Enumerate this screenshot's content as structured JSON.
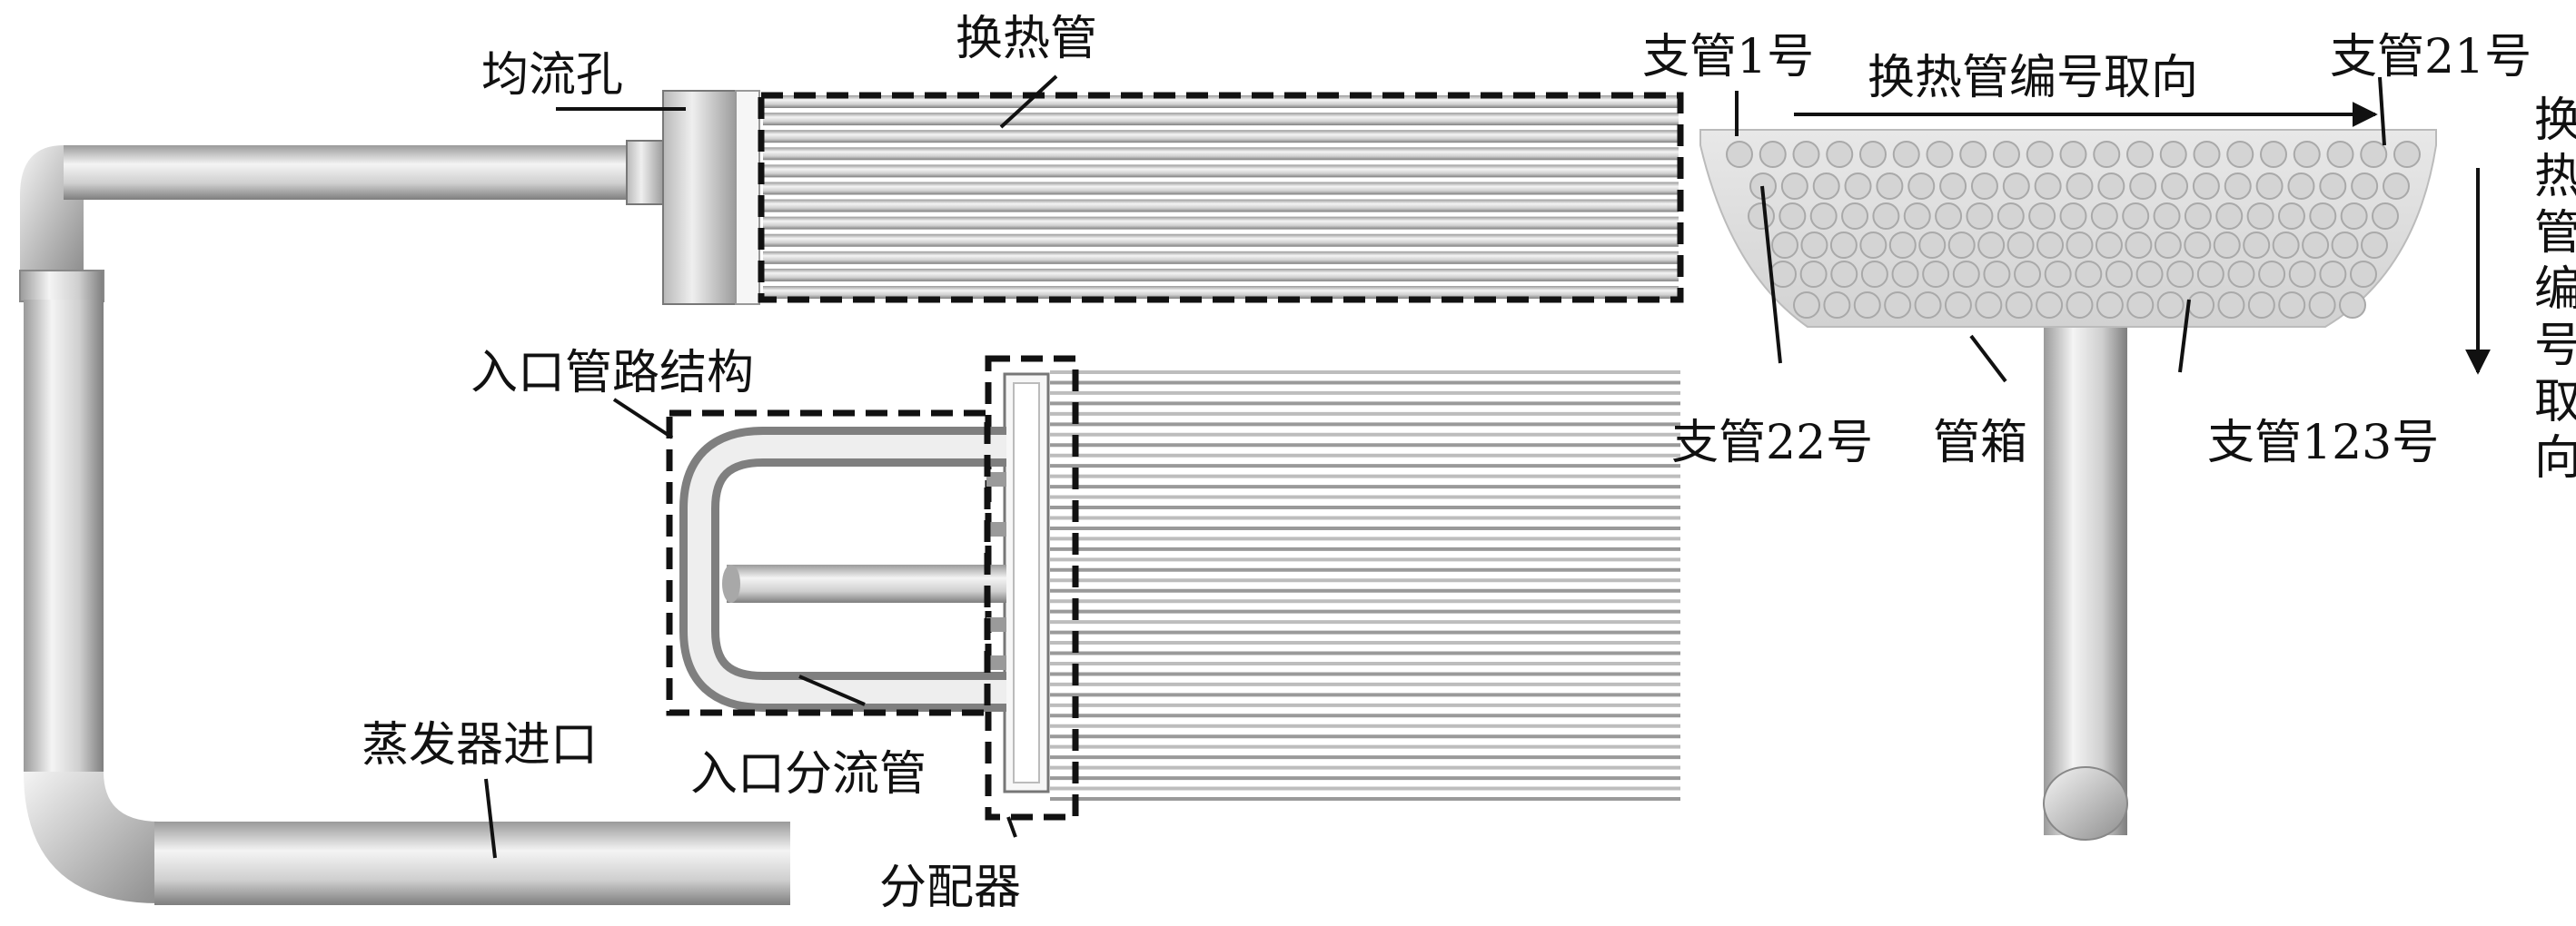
{
  "labels": {
    "equalizing_hole": "均流孔",
    "heat_tube": "换热管",
    "inlet_structure": "入口管路结构",
    "evaporator_inlet": "蒸发器进口",
    "inlet_split_tube": "入口分流管",
    "distributor": "分配器",
    "branch_1": "支管1号",
    "branch_21": "支管21号",
    "branch_22": "支管22号",
    "branch_123": "支管123号",
    "header": "管箱",
    "numbering_direction_h": "换热管编号取向",
    "numbering_direction_v": [
      "换",
      "热",
      "管",
      "编",
      "号",
      "取",
      "向"
    ]
  },
  "header_holes": {
    "rows": 6,
    "cols": 21,
    "total": 123
  },
  "colors": {
    "pipe_light": "#f2f2f2",
    "pipe_dark": "#8a8a8a",
    "header_fill": "#dcdcdc",
    "hole_fill": "#cfcfcf",
    "line": "#111111"
  }
}
